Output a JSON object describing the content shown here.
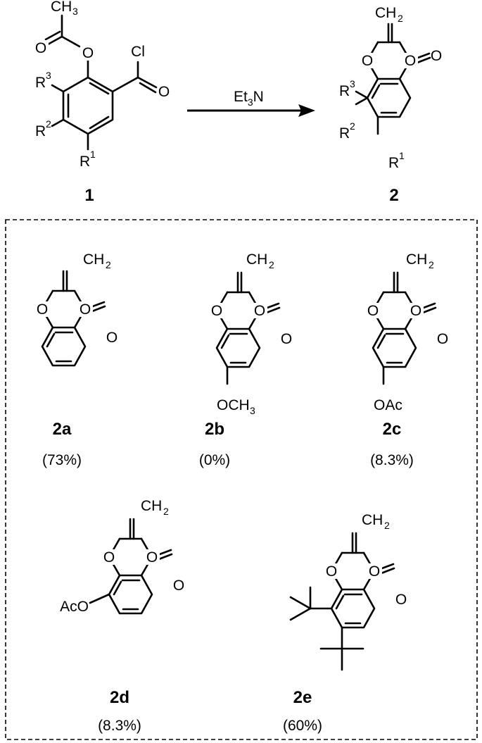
{
  "reaction": {
    "reagent_main": "Et",
    "reagent_sub": "3",
    "reagent_tail": "N",
    "reactant_number": "1",
    "product_number": "2"
  },
  "atoms": {
    "O": "O",
    "Cl": "Cl",
    "CH": "CH",
    "R": "R",
    "sub2": "2",
    "sub3": "3",
    "sup1": "1",
    "sup2": "2",
    "sup3": "3",
    "OCH": "OCH",
    "OAc": "OAc",
    "AcO": "AcO"
  },
  "products": [
    {
      "id": "2a",
      "yield": "(73%)"
    },
    {
      "id": "2b",
      "yield": "(0%)"
    },
    {
      "id": "2c",
      "yield": "(8.3%)"
    },
    {
      "id": "2d",
      "yield": "(8.3%)"
    },
    {
      "id": "2e",
      "yield": "(60%)"
    }
  ]
}
